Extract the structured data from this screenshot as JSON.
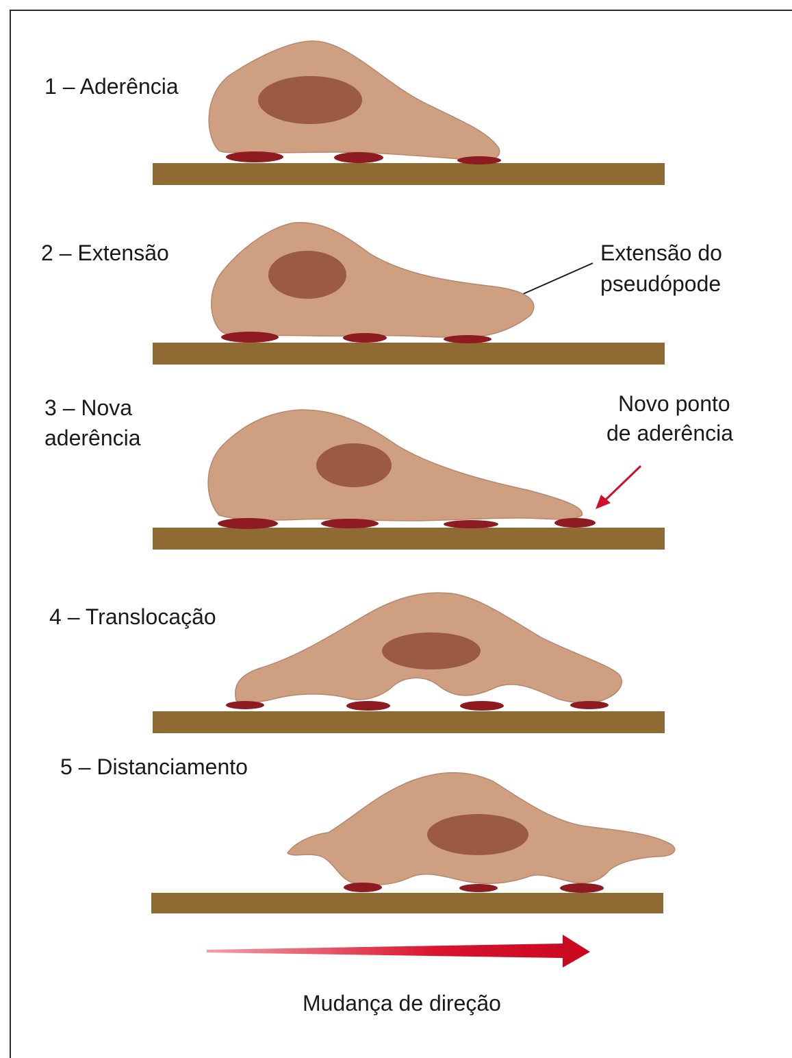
{
  "stages": [
    {
      "label": "1 – Aderência"
    },
    {
      "label_line1": "2 – Extensão"
    },
    {
      "label_line1": "3 – Nova",
      "label_line2": "aderência"
    },
    {
      "label": "4 – Translocação"
    },
    {
      "label": "5 – Distanciamento"
    }
  ],
  "annotations": {
    "pseudopod_line1": "Extensão do",
    "pseudopod_line2": "pseudópode",
    "new_point_line1": "Novo ponto",
    "new_point_line2": "de aderência"
  },
  "direction_label": "Mudança de direção",
  "colors": {
    "cell": "#cf9f82",
    "nucleus": "#9a5a44",
    "substrate": "#8f6a32",
    "adhesion": "#8e1a22",
    "arrow": "#d0102a"
  }
}
